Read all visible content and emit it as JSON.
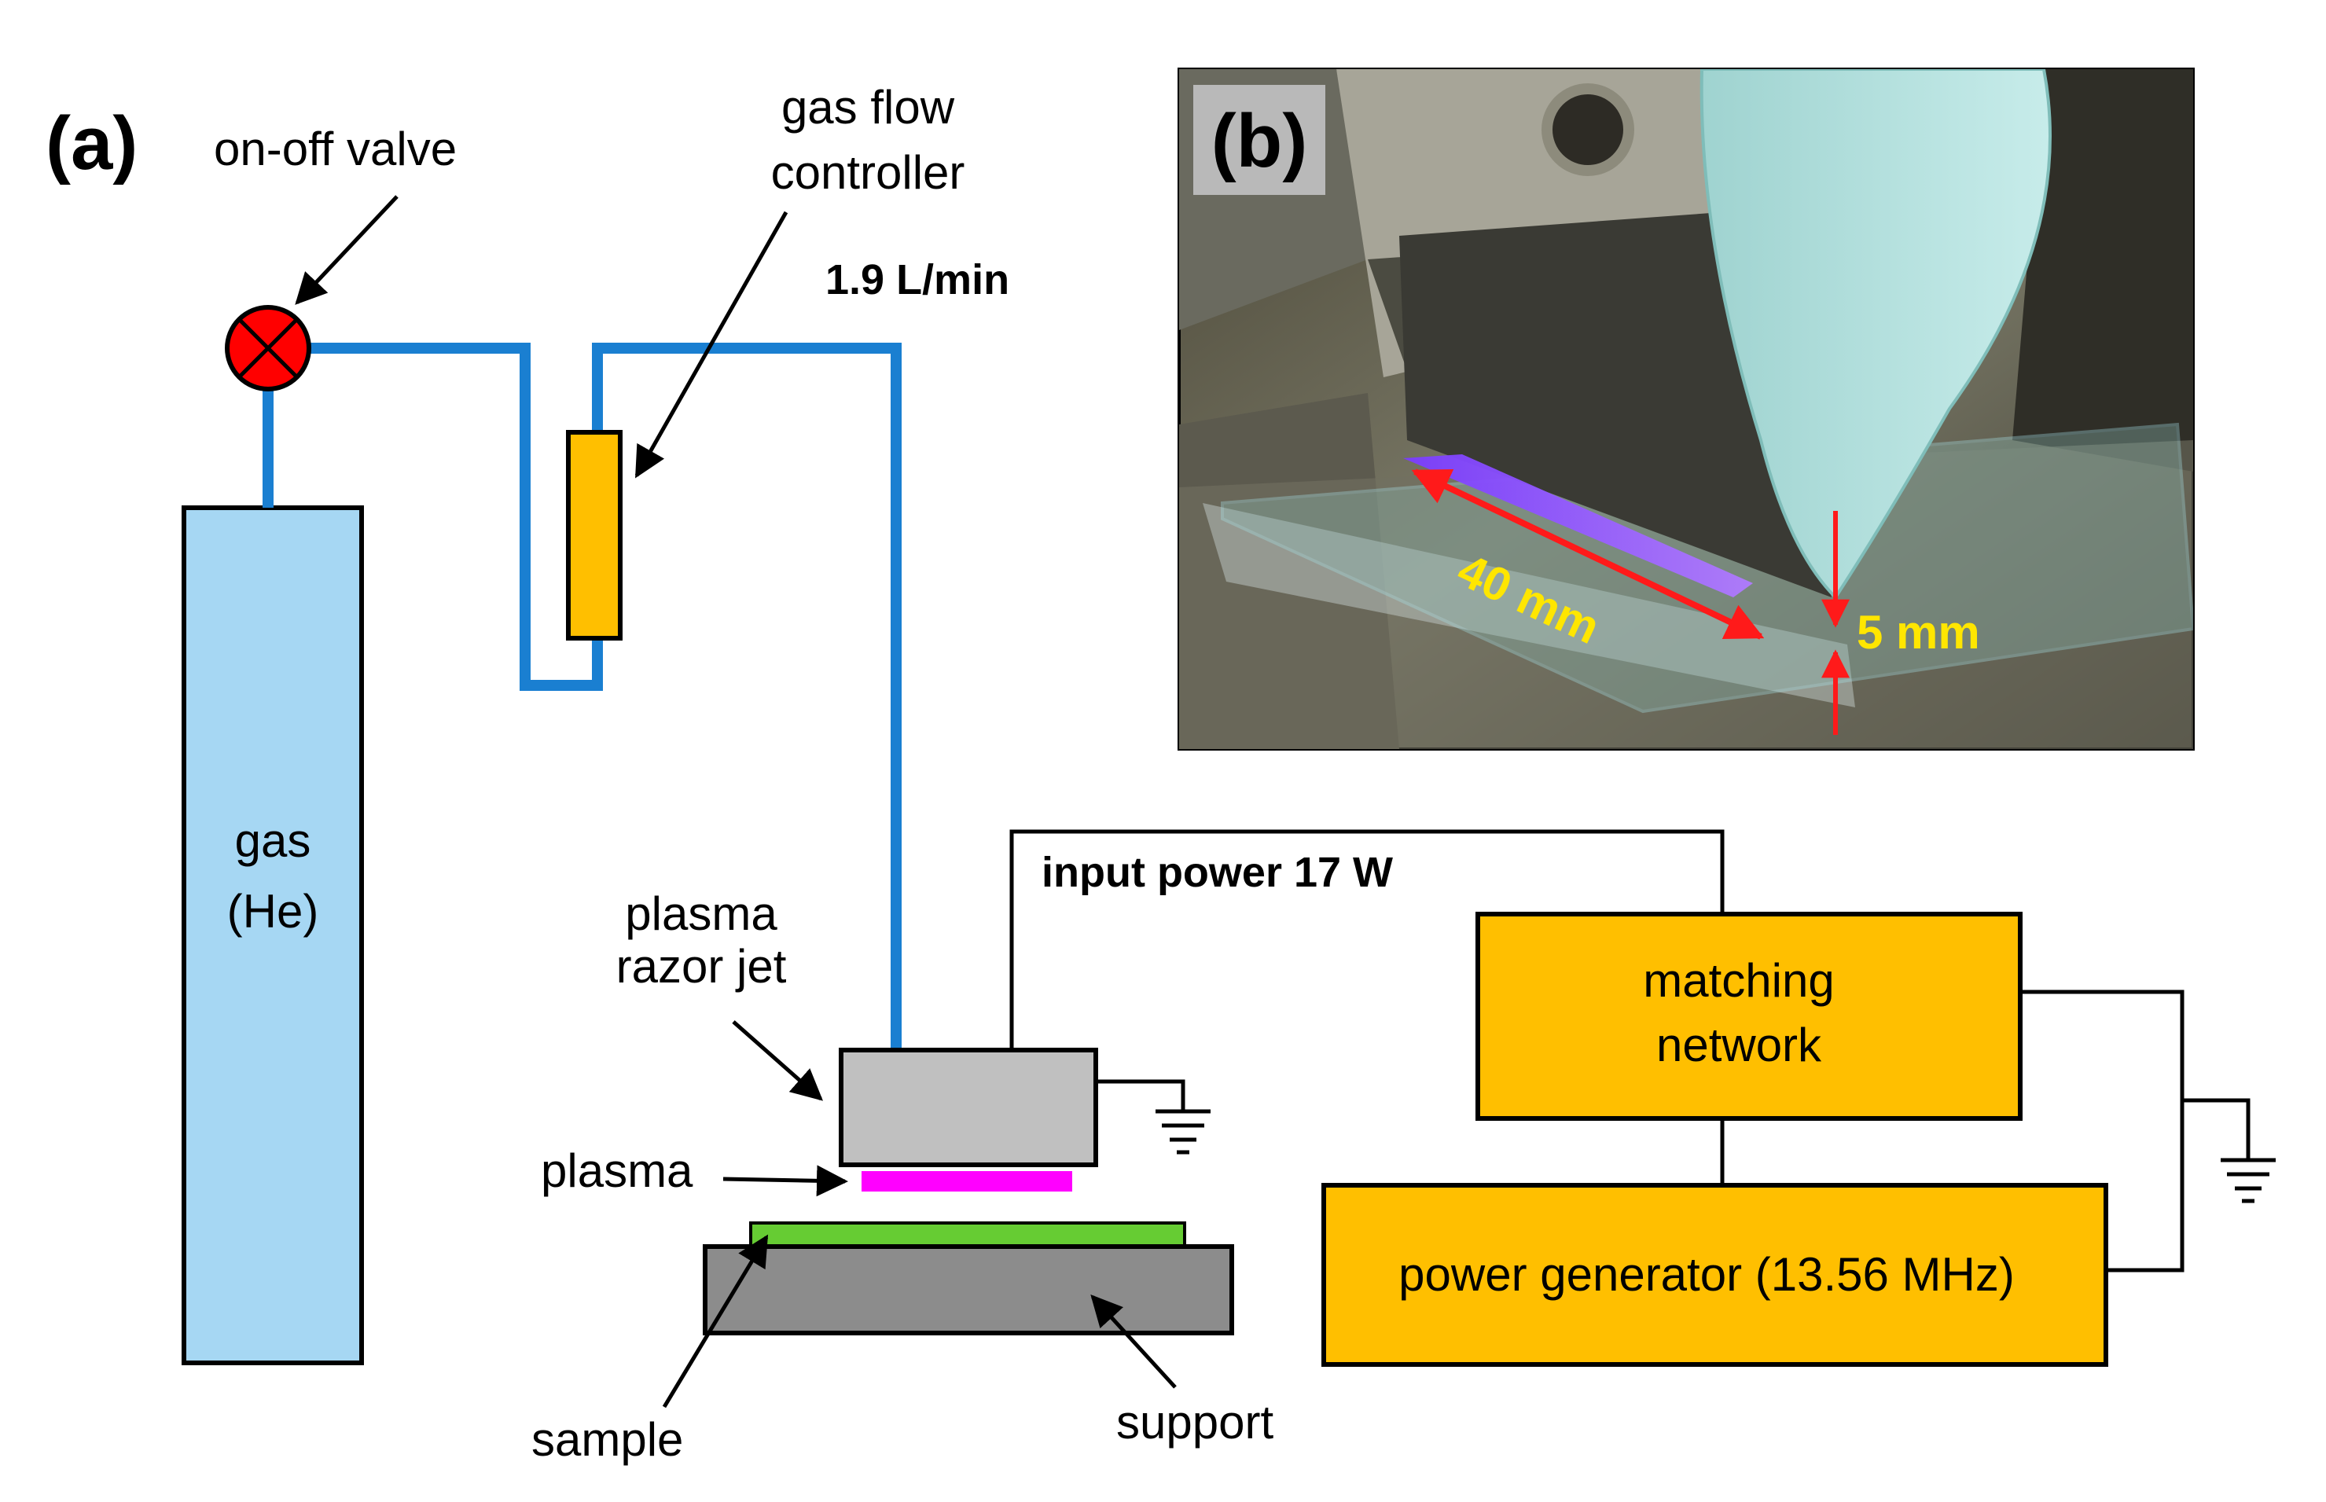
{
  "panel_a": {
    "tag": "(a)",
    "on_off_valve": "on-off valve",
    "gas_flow_controller": [
      "gas flow",
      "controller"
    ],
    "flow_rate": "1.9 L/min",
    "gas_cylinder": [
      "gas",
      "(He)"
    ],
    "plasma_razor_jet": [
      "plasma",
      "razor jet"
    ],
    "plasma": "plasma",
    "input_power": "input power 17 W",
    "matching_network": [
      "matching",
      "network"
    ],
    "power_generator": "power generator (13.56 MHz)",
    "sample": "sample",
    "support": "support"
  },
  "panel_b": {
    "tag": "(b)",
    "length_label": "40 mm",
    "gap_label": "5 mm"
  },
  "colors": {
    "pipe": "#1a7fd1",
    "cylinder_fill": "#a6d7f3",
    "orange_box": "#ffbf00",
    "valve_red": "#ff0000",
    "jet_gray": "#c0c0c0",
    "support_gray": "#8c8c8c",
    "plasma_magenta": "#ff00ff",
    "sample_green": "#66cc33",
    "dim_arrow_red": "#ff1a1a",
    "dim_label_yellow": "#ffe600"
  }
}
